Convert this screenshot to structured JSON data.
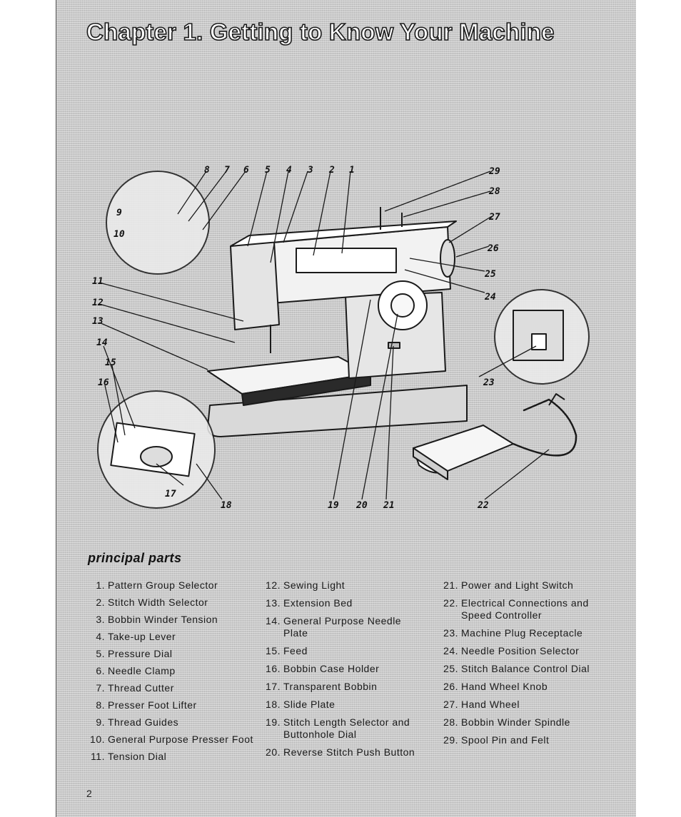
{
  "chapter_title": "Chapter 1. Getting to Know Your Machine",
  "section_heading": "principal parts",
  "page_number": "2",
  "callouts": [
    "1",
    "2",
    "3",
    "4",
    "5",
    "6",
    "7",
    "8",
    "9",
    "10",
    "11",
    "12",
    "13",
    "14",
    "15",
    "16",
    "17",
    "18",
    "19",
    "20",
    "21",
    "22",
    "23",
    "24",
    "25",
    "26",
    "27",
    "28",
    "29"
  ],
  "parts": [
    {
      "num": "1.",
      "label": "Pattern Group Selector"
    },
    {
      "num": "2.",
      "label": "Stitch Width Selector"
    },
    {
      "num": "3.",
      "label": "Bobbin Winder Tension"
    },
    {
      "num": "4.",
      "label": "Take-up Lever"
    },
    {
      "num": "5.",
      "label": "Pressure Dial"
    },
    {
      "num": "6.",
      "label": "Needle Clamp"
    },
    {
      "num": "7.",
      "label": "Thread Cutter"
    },
    {
      "num": "8.",
      "label": "Presser Foot Lifter"
    },
    {
      "num": "9.",
      "label": "Thread Guides"
    },
    {
      "num": "10.",
      "label": "General Purpose Presser Foot"
    },
    {
      "num": "11.",
      "label": "Tension Dial"
    },
    {
      "num": "12.",
      "label": "Sewing Light"
    },
    {
      "num": "13.",
      "label": "Extension Bed"
    },
    {
      "num": "14.",
      "label": "General Purpose Needle Plate"
    },
    {
      "num": "15.",
      "label": "Feed"
    },
    {
      "num": "16.",
      "label": "Bobbin Case Holder"
    },
    {
      "num": "17.",
      "label": "Transparent Bobbin"
    },
    {
      "num": "18.",
      "label": "Slide Plate"
    },
    {
      "num": "19.",
      "label": "Stitch Length Selector and Buttonhole Dial"
    },
    {
      "num": "20.",
      "label": "Reverse Stitch Push Button"
    },
    {
      "num": "21.",
      "label": "Power and Light Switch"
    },
    {
      "num": "22.",
      "label": "Electrical Connections and Speed Controller"
    },
    {
      "num": "23.",
      "label": "Machine Plug Receptacle"
    },
    {
      "num": "24.",
      "label": "Needle Position Selector"
    },
    {
      "num": "25.",
      "label": "Stitch Balance Control Dial"
    },
    {
      "num": "26.",
      "label": "Hand Wheel Knob"
    },
    {
      "num": "27.",
      "label": "Hand Wheel"
    },
    {
      "num": "28.",
      "label": "Bobbin Winder Spindle"
    },
    {
      "num": "29.",
      "label": "Spool Pin and Felt"
    }
  ]
}
